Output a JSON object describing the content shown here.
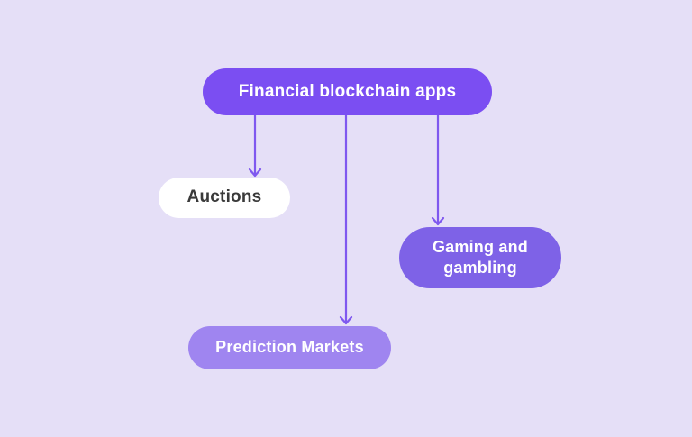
{
  "diagram": {
    "root_node": {
      "label": "Financial blockchain apps"
    },
    "child_nodes": [
      {
        "id": "auctions",
        "label": "Auctions"
      },
      {
        "id": "gaming-gambling",
        "label": "Gaming and gambling"
      },
      {
        "id": "prediction-markets",
        "label": "Prediction Markets"
      }
    ],
    "edges": [
      {
        "from": "financial-blockchain-apps",
        "to": "auctions"
      },
      {
        "from": "financial-blockchain-apps",
        "to": "prediction-markets"
      },
      {
        "from": "financial-blockchain-apps",
        "to": "gaming-gambling"
      }
    ],
    "colors": {
      "background": "#E5DFF7",
      "root_node": "#7B4EF2",
      "gaming_node": "#7E62E7",
      "prediction_node": "#9F85F0",
      "auctions_node": "#FFFFFF",
      "node_text": "#FFFFFF",
      "auctions_text": "#3A3A3A",
      "arrow": "#7F58EF"
    }
  }
}
